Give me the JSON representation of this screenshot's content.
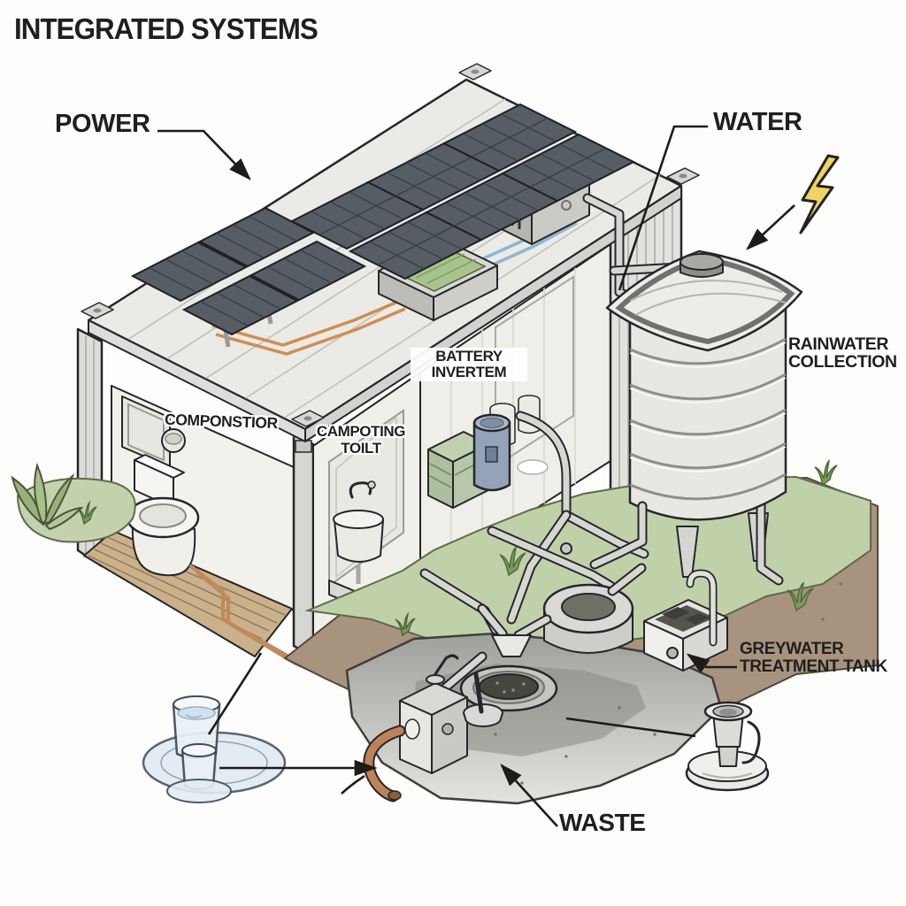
{
  "title": "INTEGRATED SYSTEMS",
  "labels": {
    "power": "POWER",
    "water": "WATER",
    "rainwater_line1": "RAINWATER",
    "rainwater_line2": "COLLECTION",
    "battery_line1": "BATTERY",
    "battery_line2": "INVERTEM",
    "composting_wall": "COMPONSTIOR",
    "toilet_line1": "CAMPOTING",
    "toilet_line2": "TOILT",
    "greywater_line1": "GREYWATER",
    "greywater_line2": "TREATMENT TANK",
    "waste": "WASTE"
  },
  "icons": {
    "lightning": "lightning-bolt-icon"
  },
  "illustration": {
    "type": "isometric cutaway diagram",
    "subject": "off-grid shipping-container home integrated power, water and waste systems",
    "components": [
      "solar panel array",
      "roof charge controller box",
      "green skylight panel",
      "shipping container home",
      "composting toilet",
      "window",
      "wash basin with faucet",
      "battery bank",
      "inverter tank",
      "rainwater storage tank",
      "rain collection lid",
      "greywater basin",
      "greywater treatment tank",
      "vent pipe",
      "underground waste pit",
      "waste pump unit",
      "flexible drain hose",
      "drinking glasses on dish",
      "sprinkler pedestal",
      "grass",
      "soil cutaway",
      "plant"
    ]
  },
  "colors": {
    "background": "#fdfdfb",
    "ink": "#26262a",
    "solar_panel": "#575d64",
    "container": "#e9e9e5",
    "roof_shadow": "#d2d2ce",
    "interior_wall": "#f0efe9",
    "wood_floor": "#cbb08c",
    "grass": "#c0d1a9",
    "grass_dark": "#5d6b4a",
    "soil": "#a8937e",
    "underground_gray": "#9f9f9b",
    "pipe_gray": "#d6d6d2",
    "copper": "#bd8356",
    "wire_blue": "#8fb7cf",
    "wire_orange": "#cf8e52",
    "battery_green": "#b7c7a9",
    "inverter_blue": "#93a4b8",
    "lightning_yellow": "#f1d267",
    "glass_blue": "#dfeaf2",
    "label_ink": "#1f1f1d"
  }
}
